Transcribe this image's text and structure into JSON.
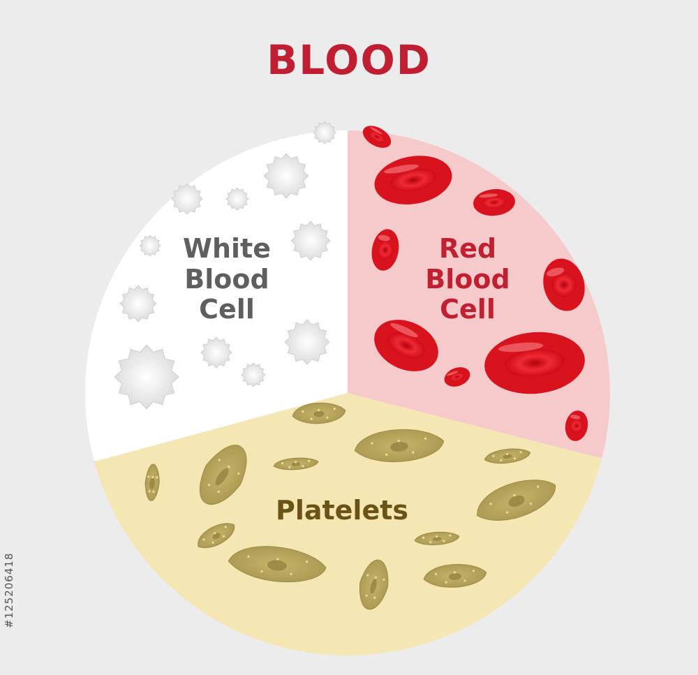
{
  "title": "BLOOD",
  "segments": {
    "white": {
      "label": "White Blood Cell",
      "line1": "White",
      "line2": "Blood",
      "line3": "Cell",
      "fill": "#ffffff",
      "text_color": "#5f5f5f"
    },
    "red": {
      "label": "Red Blood Cell",
      "line1": "Red",
      "line2": "Blood",
      "line3": "Cell",
      "fill": "#f6c9cb",
      "text_color": "#c0202f"
    },
    "platelets": {
      "label": "Platelets",
      "fill": "#f4e7b3",
      "text_color": "#6a5314"
    }
  },
  "stock_id": "#125206418",
  "colors": {
    "title": "#c01f33",
    "background": "#ececec",
    "rbc": "#d8131e",
    "platelet": "#b5a25e"
  }
}
